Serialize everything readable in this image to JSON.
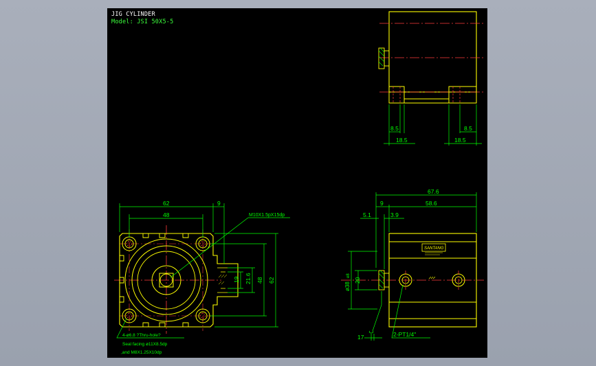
{
  "title_block": {
    "title": "JIG CYLINDER",
    "model": "Model: JSI 50X5-5"
  },
  "colors": {
    "background": "#000000",
    "outline": "#ffff00",
    "dimension": "#00ff00",
    "hidden": "#ff3a3a",
    "center": "#ff3a3a",
    "title": "#ffffff",
    "model": "#3cff3c"
  },
  "front_view": {
    "dims": {
      "overall_width": "62",
      "boss_offset": "9",
      "bolt_pitch_h": "48",
      "boss_inner": "19",
      "boss_outer": "21.6",
      "bolt_pitch_v": "48",
      "overall_height": "62"
    },
    "callouts": {
      "rod_thread": "M10X1.5pX15dp",
      "holes": "4-ø6.8    ?Thru-hole?",
      "counterbore": "Seal facing  ø11X8.5dp",
      "tap": ",and M8X1.25X10dp"
    }
  },
  "top_view": {
    "dims": {
      "left_small": "8.5",
      "right_small": "8.5",
      "left_large": "18.5",
      "right_large": "18.5"
    }
  },
  "side_view": {
    "dims": {
      "overall_length": "67.6",
      "rod_offset": "9",
      "body_length": "58.6",
      "nut": "5.1",
      "flange": "3.9",
      "port_center": "20",
      "rod_dia": "ø38",
      "rod_dia_suffix": "e8",
      "rod_end": "17"
    },
    "port_label": "2-PT1/4\"",
    "nameplate": "SANTANG"
  }
}
